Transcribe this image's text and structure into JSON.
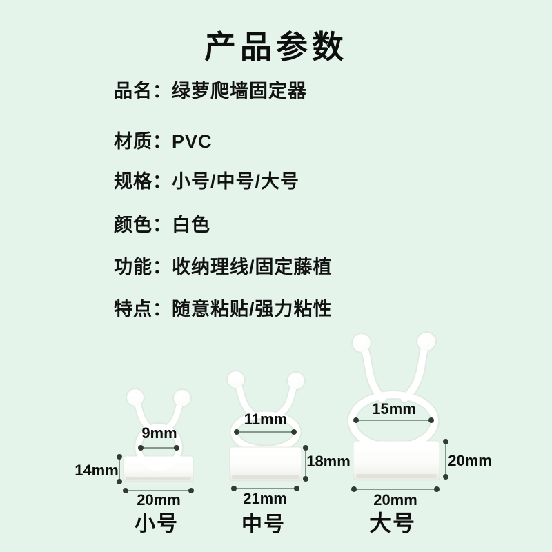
{
  "page": {
    "title": "产品参数"
  },
  "specs": [
    {
      "label": "品名：",
      "value": "绿萝爬墙固定器"
    },
    {
      "label": "材质：",
      "value": "PVC"
    },
    {
      "label": "规格：",
      "value": "小号/中号/大号"
    },
    {
      "label": "颜色：",
      "value": "白色"
    },
    {
      "label": "功能：",
      "value": "收纳理线/固定藤植"
    },
    {
      "label": "特点：",
      "value": "随意粘贴/强力粘性"
    }
  ],
  "figures": [
    {
      "name": "小号",
      "inner_width": "9mm",
      "base_height": "14mm",
      "base_width": "20mm"
    },
    {
      "name": "中号",
      "inner_width": "11mm",
      "base_height": "18mm",
      "base_width": "21mm"
    },
    {
      "name": "大号",
      "inner_width": "15mm",
      "base_height": "20mm",
      "base_width": "20mm"
    }
  ],
  "colors": {
    "background": "#e5f4eb",
    "text": "#101010",
    "clip_white": "#ffffff",
    "dim_dot": "#303c33",
    "dim_line": "#4f5e53"
  }
}
